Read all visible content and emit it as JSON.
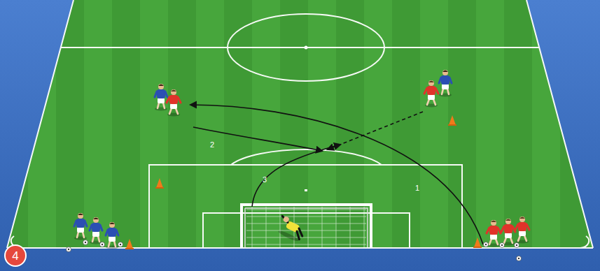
{
  "diagram": {
    "nodes": [
      {
        "text": [
          "4"
        ]
      }
    ],
    "labels": [
      "2",
      "3",
      "1"
    ]
  }
}
